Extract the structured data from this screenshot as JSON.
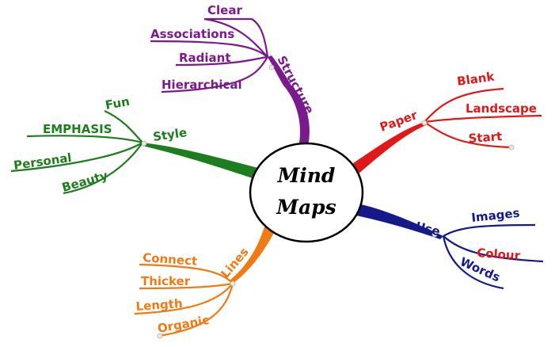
{
  "center": {
    "line1": "Mind",
    "line2": "Maps"
  },
  "branches": {
    "structure": {
      "label": "Structure",
      "color": "#7a1a8c",
      "leaves": [
        "Clear",
        "Associations",
        "Radiant",
        "Hierarchical"
      ]
    },
    "style": {
      "label": "Style",
      "color": "#1e7d1e",
      "leaves": [
        "Fun",
        "EMPHASIS",
        "Personal",
        "Beauty"
      ]
    },
    "paper": {
      "label": "Paper",
      "color": "#e01818",
      "leaves": [
        "Blank",
        "Landscape",
        "Start"
      ]
    },
    "use": {
      "label": "Use",
      "color": "#141a8a",
      "leaves": [
        "Images",
        "Colour",
        "Words"
      ]
    },
    "lines": {
      "label": "Lines",
      "color": "#f07a14",
      "leaves": [
        "Connect",
        "Thicker",
        "Length",
        "Organic"
      ]
    }
  }
}
